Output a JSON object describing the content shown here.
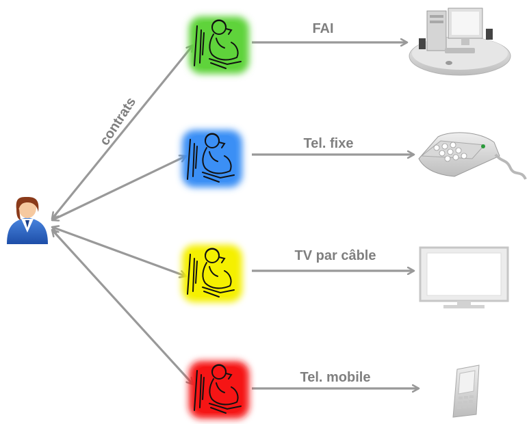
{
  "diagram": {
    "edge_label": "contrats",
    "services": [
      {
        "id": "fai",
        "label": "FAI",
        "glow_color": "#5fd33b",
        "device_icon": "desktop-computer-icon"
      },
      {
        "id": "fixe",
        "label": "Tel. fixe",
        "glow_color": "#3b8ff5",
        "device_icon": "desk-phone-icon"
      },
      {
        "id": "cable",
        "label": "TV par câble",
        "glow_color": "#f5f000",
        "device_icon": "tv-screen-icon"
      },
      {
        "id": "mobile",
        "label": "Tel. mobile",
        "glow_color": "#f51515",
        "device_icon": "mobile-phone-icon"
      }
    ],
    "colors": {
      "arrow": "#999999",
      "text": "#7f7f7f",
      "user_shirt": "#2a62c0",
      "user_hair": "#8a3a1a"
    }
  }
}
